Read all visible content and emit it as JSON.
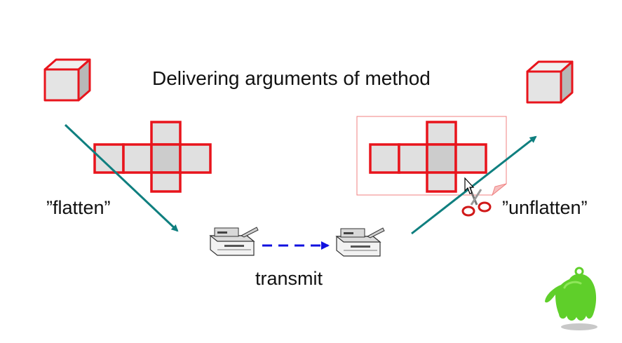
{
  "title": "Delivering arguments of method",
  "labels": {
    "flatten": "”flatten”",
    "unflatten": "”unflatten”",
    "transmit": "transmit"
  },
  "icons": [
    "cube-icon",
    "cube-net-icon",
    "fax-machine-icon",
    "scissors-icon",
    "mouse-cursor-icon",
    "green-mascot-icon"
  ],
  "colors": {
    "outline": "#e8141c",
    "face": "#e0e0e0",
    "center_face": "#cccccc",
    "arrow_teal": "#0f7f7f",
    "transmit_arrow": "#1010e0",
    "mascot": "#5fcf2a"
  }
}
